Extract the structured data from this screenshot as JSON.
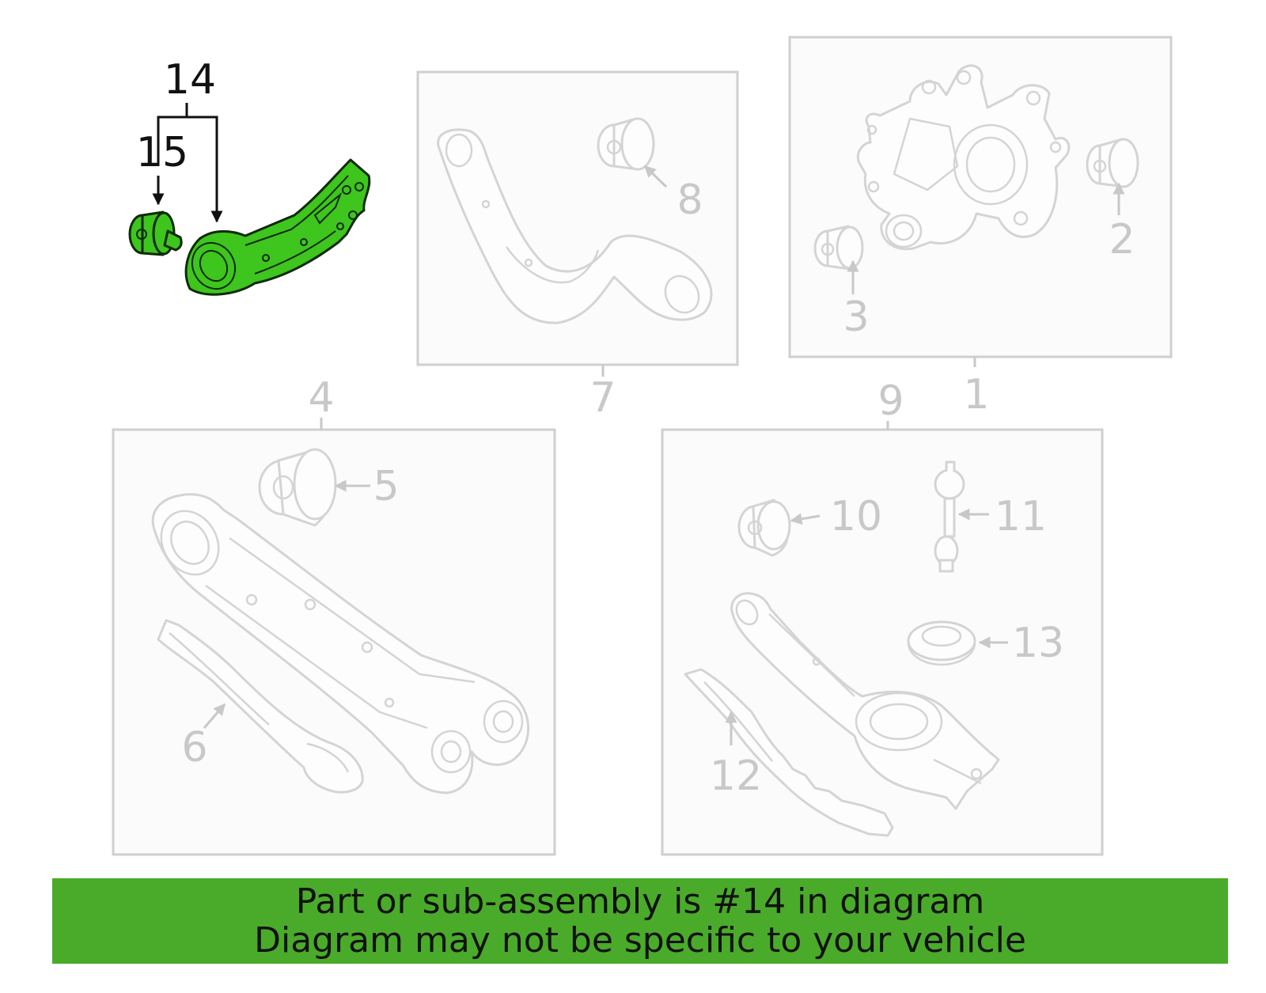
{
  "diagram": {
    "callouts": {
      "c1": "1",
      "c2": "2",
      "c3": "3",
      "c4": "4",
      "c5": "5",
      "c6": "6",
      "c7": "7",
      "c8": "8",
      "c9": "9",
      "c10": "10",
      "c11": "11",
      "c12": "12",
      "c13": "13",
      "c14": "14",
      "c15": "15"
    },
    "highlight_color": "#3ec51e"
  },
  "banner": {
    "line1": "Part or sub-assembly is #14 in diagram",
    "line2": "Diagram may not be specific to your vehicle",
    "color": "#4aab2a"
  }
}
